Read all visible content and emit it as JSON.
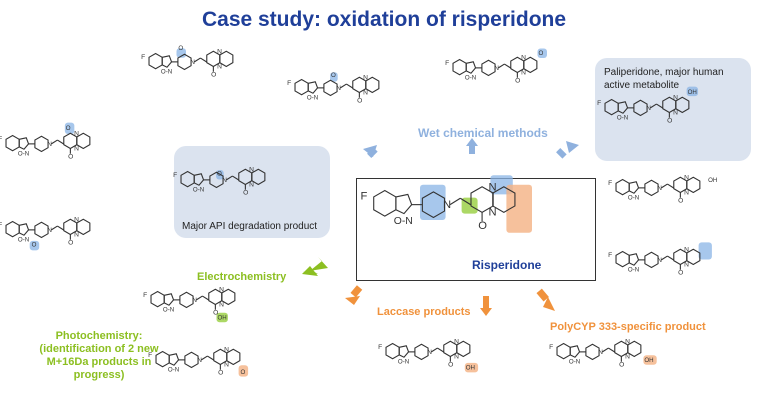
{
  "title": "Case study: oxidation of risperidone",
  "central": {
    "name": "Risperidone"
  },
  "methods": {
    "wet": "Wet chemical methods",
    "electro": "Electrochemistry",
    "laccase": "Laccase products",
    "polycyp": "PolyCYP 333-specific product",
    "photo": "Photochemistry:\n(identification of 2 new\nM+16Da products in progress)"
  },
  "boxes": {
    "api": "Major API degradation product",
    "pali": "Paliperidone, major human active metabolite"
  },
  "atoms": {
    "F": "F",
    "N": "N",
    "O": "O",
    "OH": "OH",
    "isox": "O-N"
  },
  "colors": {
    "title": "#1f3f99",
    "electro": "#8cbf21",
    "laccase": "#f0923c",
    "wet": "#8fb1de",
    "panel": "#dbe3ef"
  }
}
